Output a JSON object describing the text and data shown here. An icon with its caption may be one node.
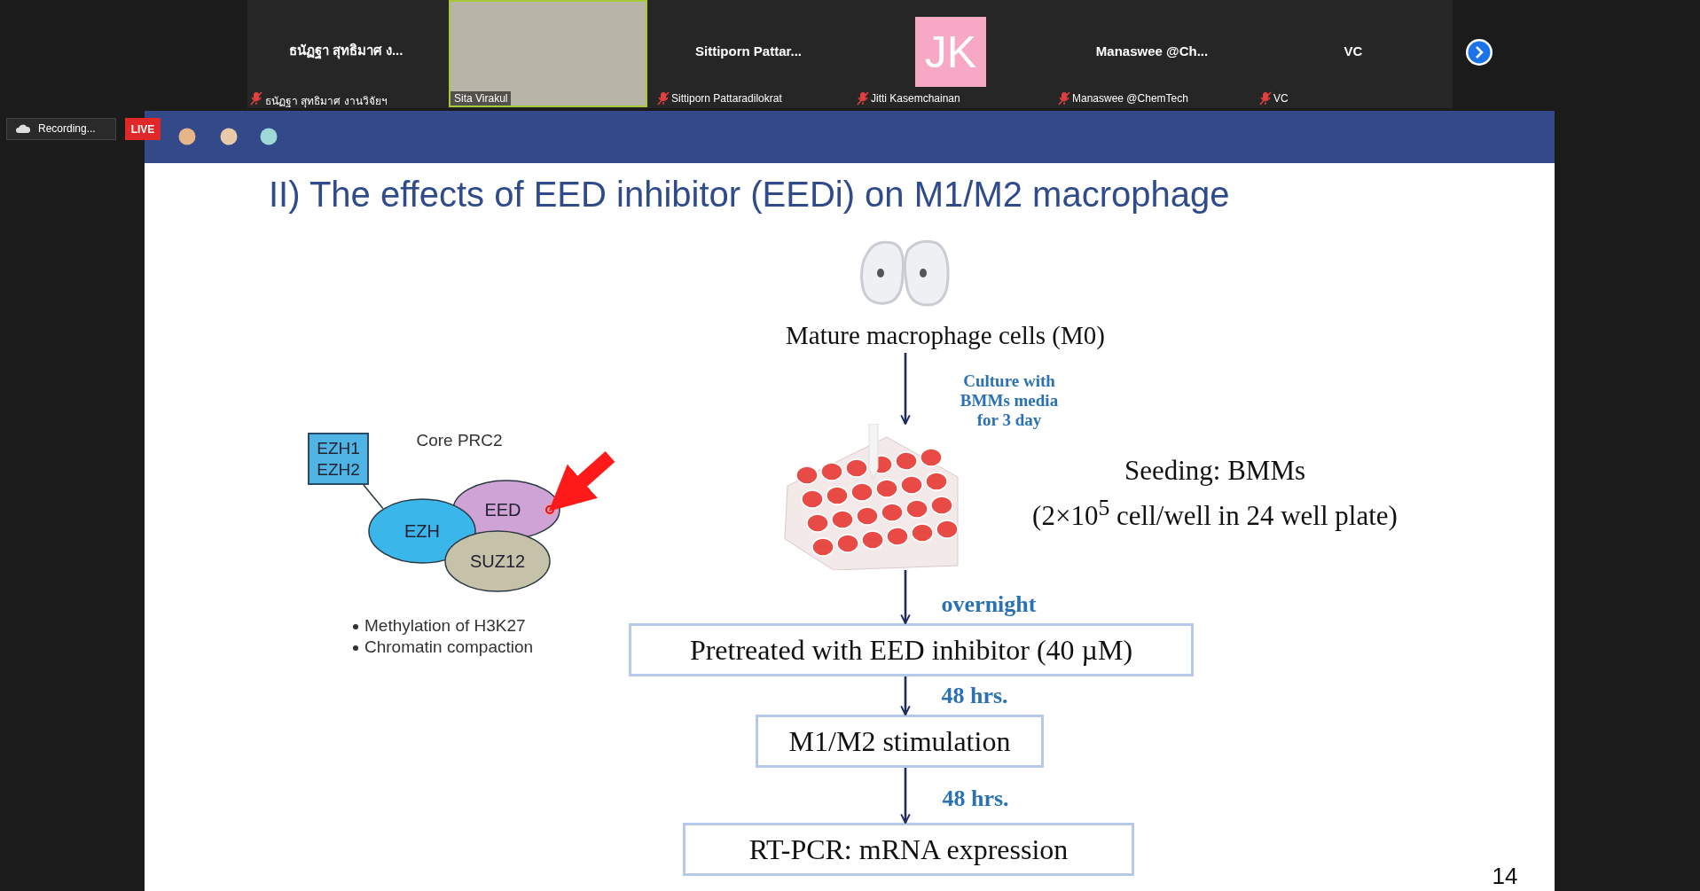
{
  "diagram": {
    "title": "II) The effects of EED inhibitor (EEDi) on M1/M2 macrophage",
    "nodes": [
      {
        "text": [
          "EZH1 EZH2"
        ]
      },
      {
        "text": [
          "EZH"
        ]
      },
      {
        "text": [
          "EED"
        ]
      },
      {
        "text": [
          "SUZ12"
        ]
      },
      {
        "text": [
          "Mature macrophage cells (M0)"
        ]
      },
      {
        "text": [],
        "shape": "picture",
        "beside": [
          "Seeding: BMMs",
          "(2×10$^{5}$ cell/well in 24 well plate)"
        ]
      },
      {
        "text": [
          "Pretreated with EED inhibitor (40 µM)"
        ]
      },
      {
        "text": [
          "M1/M2 stimulation"
        ]
      },
      {
        "text": [
          "RT-PCR: mRNA expression"
        ]
      }
    ],
    "edges": [
      {
        "from": 0,
        "to": 1,
        "arrow": "none"
      },
      {
        "from": null,
        "to": 2,
        "arrow": "to",
        "style": "thick",
        "color": "#ff1a1a"
      },
      {
        "from": 4,
        "to": 5,
        "arrow": "to",
        "label": "Culture with BMMs media for 3 day"
      },
      {
        "from": 5,
        "to": 6,
        "arrow": "to",
        "label": "overnight"
      },
      {
        "from": 6,
        "to": 7,
        "arrow": "to",
        "label": "48 hrs."
      },
      {
        "from": 7,
        "to": 8,
        "arrow": "to",
        "label": "48 hrs."
      }
    ],
    "labels": [
      "ธนัฏฐา สุทธิมาศ ง...",
      "Sittiporn Pattar...",
      "JK",
      "Manaswee @Ch...",
      "VC",
      "ธนัฏฐา สุทธิมาศ งานวิจัยฯ",
      "Sita Virakul",
      "Sittiporn Pattaradilokrat",
      "Jitti Kasemchainan",
      "Manaswee @ChemTech",
      "VC",
      "Recording...",
      "LIVE",
      "Core PRC2",
      "Methylation of H3K27",
      "Chromatin compaction",
      "14"
    ]
  }
}
